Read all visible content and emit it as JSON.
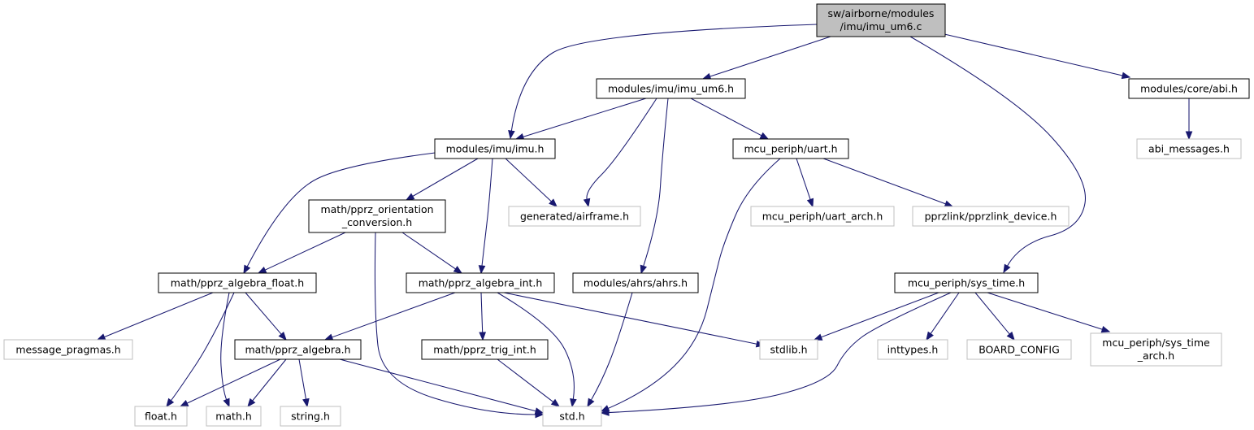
{
  "colors": {
    "root_fill": "#bfbfbf",
    "root_stroke": "#000000",
    "linked_stroke": "#000000",
    "external_stroke": "#bfbfbf",
    "node_fill": "#ffffff",
    "text": "#000000",
    "edge": "#191970"
  },
  "nodes": [
    {
      "id": "root",
      "kind": "root",
      "lines": [
        "sw/airborne/modules",
        "/imu/imu_um6.c"
      ]
    },
    {
      "id": "imu_um6_h",
      "kind": "linked",
      "lines": [
        "modules/imu/imu_um6.h"
      ]
    },
    {
      "id": "abi_h",
      "kind": "linked",
      "lines": [
        "modules/core/abi.h"
      ]
    },
    {
      "id": "abi_messages_h",
      "kind": "external",
      "lines": [
        "abi_messages.h"
      ]
    },
    {
      "id": "imu_h",
      "kind": "linked",
      "lines": [
        "modules/imu/imu.h"
      ]
    },
    {
      "id": "uart_h",
      "kind": "linked",
      "lines": [
        "mcu_periph/uart.h"
      ]
    },
    {
      "id": "orient_h",
      "kind": "linked",
      "lines": [
        "math/pprz_orientation",
        "_conversion.h"
      ]
    },
    {
      "id": "airframe_h",
      "kind": "external",
      "lines": [
        "generated/airframe.h"
      ]
    },
    {
      "id": "uart_arch_h",
      "kind": "external",
      "lines": [
        "mcu_periph/uart_arch.h"
      ]
    },
    {
      "id": "pprzlink_h",
      "kind": "external",
      "lines": [
        "pprzlink/pprzlink_device.h"
      ]
    },
    {
      "id": "alg_float_h",
      "kind": "linked",
      "lines": [
        "math/pprz_algebra_float.h"
      ]
    },
    {
      "id": "alg_int_h",
      "kind": "linked",
      "lines": [
        "math/pprz_algebra_int.h"
      ]
    },
    {
      "id": "ahrs_h",
      "kind": "linked",
      "lines": [
        "modules/ahrs/ahrs.h"
      ]
    },
    {
      "id": "sys_time_h",
      "kind": "linked",
      "lines": [
        "mcu_periph/sys_time.h"
      ]
    },
    {
      "id": "msg_pragmas_h",
      "kind": "external",
      "lines": [
        "message_pragmas.h"
      ]
    },
    {
      "id": "alg_h",
      "kind": "linked",
      "lines": [
        "math/pprz_algebra.h"
      ]
    },
    {
      "id": "trig_int_h",
      "kind": "linked",
      "lines": [
        "math/pprz_trig_int.h"
      ]
    },
    {
      "id": "stdlib_h",
      "kind": "external",
      "lines": [
        "stdlib.h"
      ]
    },
    {
      "id": "inttypes_h",
      "kind": "external",
      "lines": [
        "inttypes.h"
      ]
    },
    {
      "id": "board_config",
      "kind": "external",
      "lines": [
        "BOARD_CONFIG"
      ]
    },
    {
      "id": "sys_time_arch_h",
      "kind": "external",
      "lines": [
        "mcu_periph/sys_time",
        "_arch.h"
      ]
    },
    {
      "id": "float_h",
      "kind": "external",
      "lines": [
        "float.h"
      ]
    },
    {
      "id": "math_h",
      "kind": "external",
      "lines": [
        "math.h"
      ]
    },
    {
      "id": "string_h",
      "kind": "external",
      "lines": [
        "string.h"
      ]
    },
    {
      "id": "std_h",
      "kind": "external",
      "lines": [
        "std.h"
      ]
    }
  ],
  "edges": [
    {
      "from": "root",
      "to": "imu_um6_h"
    },
    {
      "from": "root",
      "to": "abi_h"
    },
    {
      "from": "root",
      "to": "imu_h"
    },
    {
      "from": "root",
      "to": "sys_time_h"
    },
    {
      "from": "imu_um6_h",
      "to": "imu_h"
    },
    {
      "from": "imu_um6_h",
      "to": "airframe_h"
    },
    {
      "from": "imu_um6_h",
      "to": "uart_h"
    },
    {
      "from": "imu_um6_h",
      "to": "ahrs_h"
    },
    {
      "from": "abi_h",
      "to": "abi_messages_h"
    },
    {
      "from": "imu_h",
      "to": "orient_h"
    },
    {
      "from": "imu_h",
      "to": "airframe_h"
    },
    {
      "from": "imu_h",
      "to": "alg_float_h"
    },
    {
      "from": "imu_h",
      "to": "alg_int_h"
    },
    {
      "from": "uart_h",
      "to": "uart_arch_h"
    },
    {
      "from": "uart_h",
      "to": "pprzlink_h"
    },
    {
      "from": "uart_h",
      "to": "std_h"
    },
    {
      "from": "orient_h",
      "to": "alg_float_h"
    },
    {
      "from": "orient_h",
      "to": "alg_int_h"
    },
    {
      "from": "orient_h",
      "to": "std_h"
    },
    {
      "from": "alg_float_h",
      "to": "msg_pragmas_h"
    },
    {
      "from": "alg_float_h",
      "to": "alg_h"
    },
    {
      "from": "alg_float_h",
      "to": "float_h"
    },
    {
      "from": "alg_float_h",
      "to": "math_h"
    },
    {
      "from": "alg_int_h",
      "to": "alg_h"
    },
    {
      "from": "alg_int_h",
      "to": "trig_int_h"
    },
    {
      "from": "alg_int_h",
      "to": "stdlib_h"
    },
    {
      "from": "alg_int_h",
      "to": "std_h"
    },
    {
      "from": "ahrs_h",
      "to": "std_h"
    },
    {
      "from": "sys_time_h",
      "to": "stdlib_h"
    },
    {
      "from": "sys_time_h",
      "to": "inttypes_h"
    },
    {
      "from": "sys_time_h",
      "to": "board_config"
    },
    {
      "from": "sys_time_h",
      "to": "sys_time_arch_h"
    },
    {
      "from": "sys_time_h",
      "to": "std_h"
    },
    {
      "from": "alg_h",
      "to": "float_h"
    },
    {
      "from": "alg_h",
      "to": "math_h"
    },
    {
      "from": "alg_h",
      "to": "string_h"
    },
    {
      "from": "alg_h",
      "to": "std_h"
    },
    {
      "from": "trig_int_h",
      "to": "std_h"
    }
  ]
}
